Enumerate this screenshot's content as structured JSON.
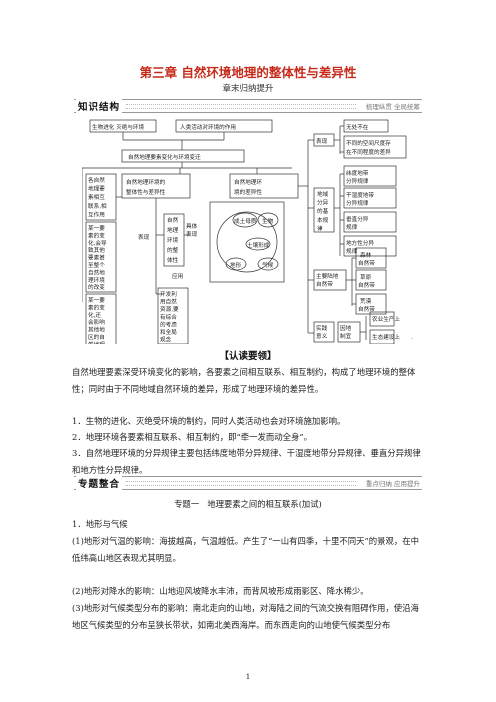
{
  "title": "第三章 自然环境地理的整体性与差异性",
  "subtitle": "章末归纳提升",
  "knowledge_band": {
    "label": "知识结构",
    "tagline": "梳理纵贯 全局统筹"
  },
  "diagram": {
    "top_left_box": "生物进化 灭绝与环境",
    "top_mid_box": "人类活动对环境的作用",
    "middle_box": "自然地理要素变化与环境变迁",
    "left_col": [
      "各自然",
      "地理要",
      "素相互",
      "联系,相",
      "互作用"
    ],
    "left_col2": [
      "某一要",
      "素的变",
      "化,会导",
      "致其他",
      "要素甚",
      "至整个",
      "自然地",
      "理环境",
      "的改变"
    ],
    "left_col3": [
      "某一要",
      "素的变",
      "化,还",
      "会影响",
      "其他地",
      "区的自",
      "然地理",
      "环境"
    ],
    "integrity_box": "自然地理环境的整体性与差异性",
    "expression": "表现",
    "inner_box": [
      "自然",
      "地理",
      "环境",
      "的整",
      "体性"
    ],
    "concrete": [
      "具体",
      "表现"
    ],
    "application": "应用",
    "app_box": [
      "开发利",
      "用自然",
      "资源,要",
      "有综合",
      "的考虑",
      "和全局",
      "观念"
    ],
    "circle_items": {
      "center": "土壤形成",
      "top_left": "成土母质",
      "top_right": "生物",
      "bottom_left": "地形",
      "bottom_right": "气候"
    },
    "diff_box": "自然地理环境的差异性",
    "zonal_rules": [
      "地域",
      "分异",
      "的基",
      "本规",
      "律"
    ],
    "right_top_expr": "表现",
    "no_diff": "无处不在",
    "scale_diff": "不同的空间尺度存在不同程度的差异",
    "rule_boxes": [
      "纬度地带分异规律",
      "干湿度地带分异规律",
      "垂直分异规律",
      "地方性分异规律"
    ],
    "main_land_zones": [
      "主要陆地",
      "自然带"
    ],
    "zones": [
      "森林自然带",
      "草原自然带",
      "荒漠自然带"
    ],
    "practice": [
      "实践",
      "意义"
    ],
    "adjust": [
      "因地",
      "制宜"
    ],
    "practice_items": [
      "农业生产上",
      "生态建设上"
    ]
  },
  "read_head": "【认读要领】",
  "intro_para": "自然地理要素深受环境变化的影响，各要素之间相互联系、相互制约，构成了地理环境的整体性；同时由于不同地域自然环境的差异，形成了地理环境的差异性。",
  "points": [
    "1．生物的进化、灭绝受环境的制约，同时人类活动也会对环境施加影响。",
    "2．地理环境各要素相互联系、相互制约，即“牵一发而动全身”。",
    "3．自然地理环境的分异规律主要包括纬度地带分异规律、干湿度地带分异规律、垂直分异规律和地方性分异规律。"
  ],
  "integration_band": {
    "label": "专题整合",
    "tagline": "重点归纳 应用提升"
  },
  "topic_title": "专题一　地理要素之间的相互联系(加试)",
  "sub1": "1．地形与气候",
  "body": [
    "(1)地形对气温的影响：海拔越高，气温越低。产生了“一山有四季，十里不同天”的景观，在中低纬高山地区表现尤其明显。",
    "(2)地形对降水的影响：山地迎风坡降水丰沛，而背风坡形成雨影区、降水稀少。",
    "(3)地形对气候类型分布的影响：南北走向的山地，对海陆之间的气流交换有阻碍作用，使沿海地区气候类型的分布呈狭长带状，如南北美西海岸。而东西走向的山地使气候类型分布"
  ],
  "page_number": "1"
}
